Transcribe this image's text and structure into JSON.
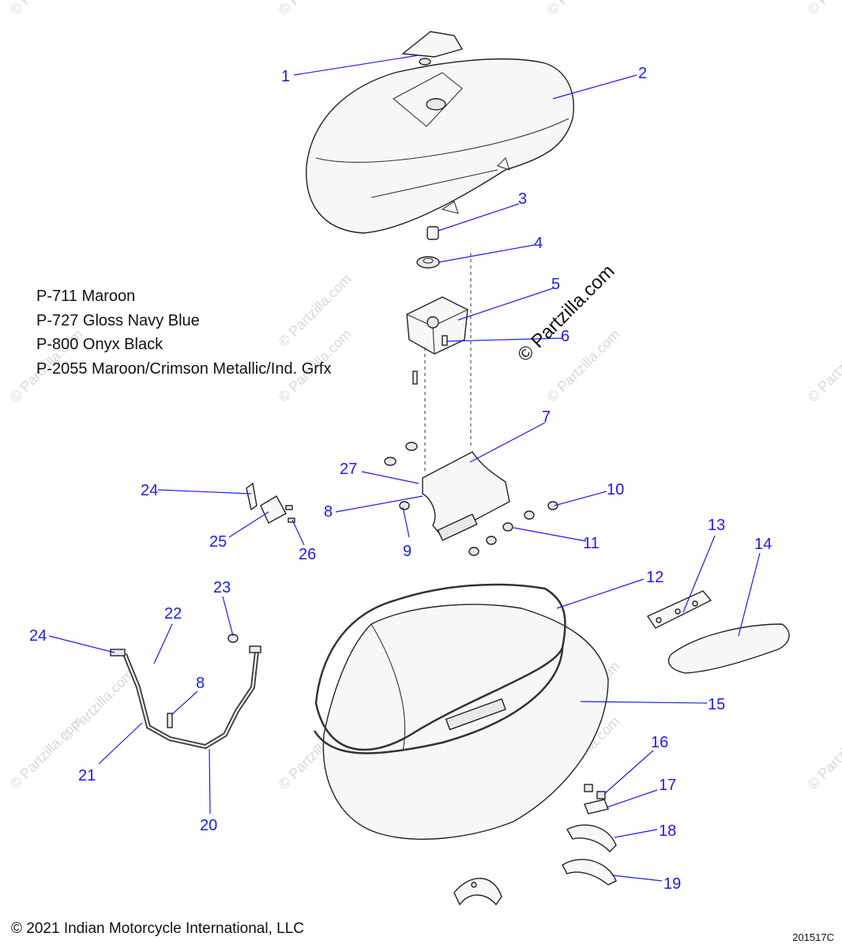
{
  "legend": [
    "P-711 Maroon",
    "P-727 Gloss Navy Blue",
    "P-800 Onyx Black",
    "P-2055 Maroon/Crimson Metallic/Ind. Grfx"
  ],
  "brand_text": "© Partzilla.com",
  "watermark_text": "© Partzilla.com",
  "copyright": "© 2021 Indian Motorcycle International, LLC",
  "part_number": "201517C",
  "callouts": [
    "1",
    "2",
    "3",
    "4",
    "5",
    "6",
    "7",
    "27",
    "8",
    "9",
    "10",
    "11",
    "24",
    "25",
    "26",
    "12",
    "13",
    "14",
    "15",
    "23",
    "22",
    "24",
    "8",
    "21",
    "20",
    "16",
    "17",
    "18",
    "19"
  ],
  "colors": {
    "callout": "#1a1aff",
    "line": "#222222",
    "watermark": "#d9d9d9"
  }
}
